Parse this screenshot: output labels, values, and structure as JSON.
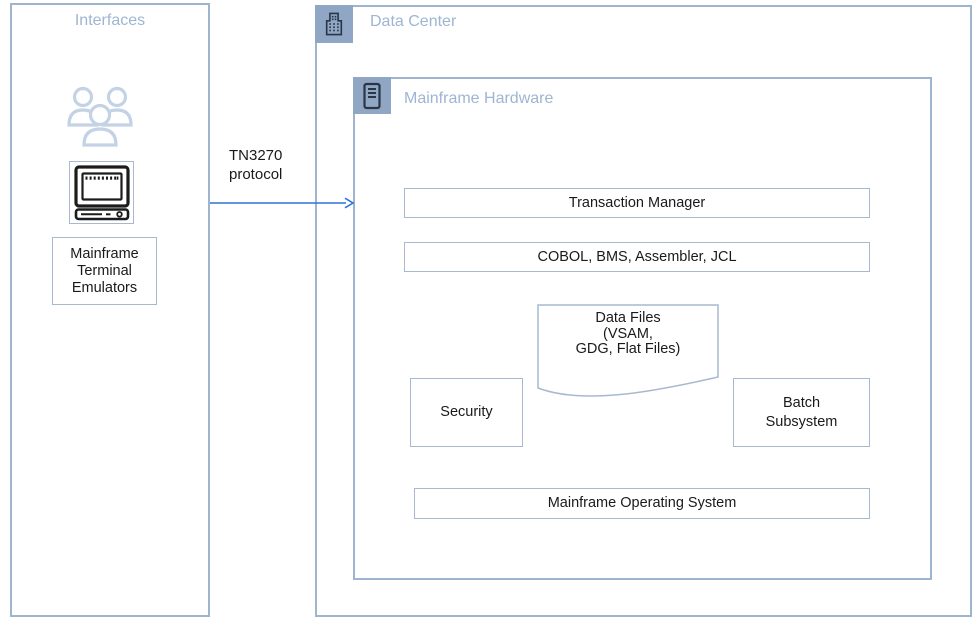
{
  "diagram": {
    "interfaces": {
      "title": "Interfaces",
      "emulators_label": "Mainframe Terminal Emulators"
    },
    "connection": {
      "label": "TN3270 protocol"
    },
    "data_center": {
      "title": "Data Center",
      "mainframe_hardware": {
        "title": "Mainframe Hardware",
        "transaction_manager": "Transaction Manager",
        "languages": "COBOL, BMS, Assembler, JCL",
        "data_files_lines": [
          "Data Files",
          "(VSAM,",
          "GDG, Flat Files)"
        ],
        "security": "Security",
        "batch_subsystem": "Batch Subsystem",
        "operating_system": "Mainframe Operating System"
      }
    },
    "icons": {
      "users": "users-icon",
      "terminal": "terminal-icon",
      "building": "building-icon",
      "server": "server-icon"
    },
    "colors": {
      "outer_border": "#9FB5CF",
      "inner_border": "#A7B9CE",
      "badge_fill": "#8FA6C4",
      "title_text": "#9EB5D3",
      "body_text": "#1A1A1A",
      "arrow": "#2E75D6",
      "users_icon_stroke": "#C3D2E4",
      "dark_icon_stroke": "#2A3545"
    }
  }
}
